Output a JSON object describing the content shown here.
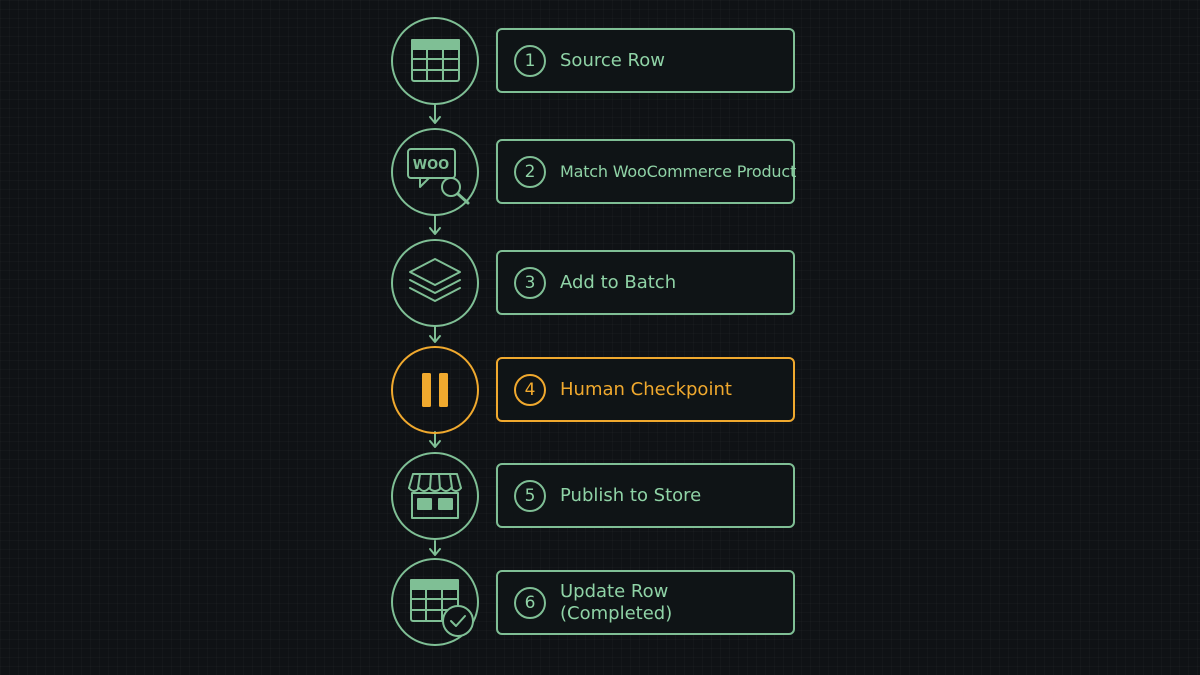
{
  "colors": {
    "background": "#0f1215",
    "accent": "#7fbf95",
    "text": "#8fd3a6",
    "highlight": "#f0a92e"
  },
  "steps": [
    {
      "number": "1",
      "label": "Source Row",
      "icon": "spreadsheet-icon",
      "highlight": false
    },
    {
      "number": "2",
      "label": "Match WooCommerce Product",
      "icon": "woo-search-icon",
      "highlight": false
    },
    {
      "number": "3",
      "label": "Add to Batch",
      "icon": "layers-icon",
      "highlight": false
    },
    {
      "number": "4",
      "label": "Human Checkpoint",
      "icon": "pause-icon",
      "highlight": true
    },
    {
      "number": "5",
      "label": "Publish to Store",
      "icon": "storefront-icon",
      "highlight": false
    },
    {
      "number": "6",
      "label_line1": "Update Row",
      "label_line2": "(Completed)",
      "icon": "spreadsheet-check-icon",
      "highlight": false
    }
  ],
  "icon_text": {
    "woo": "WOO"
  }
}
